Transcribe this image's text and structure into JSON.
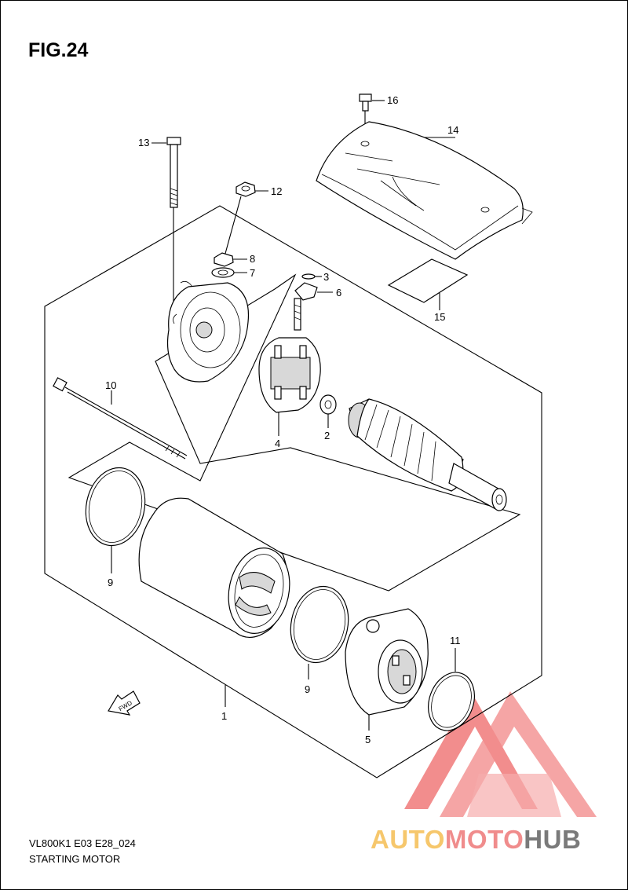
{
  "figure": {
    "title": "FIG.24",
    "model_code": "VL800K1 E03 E28_024",
    "caption": "STARTING MOTOR",
    "fwd_label": "FWD"
  },
  "callouts": [
    "1",
    "2",
    "3",
    "4",
    "5",
    "6",
    "7",
    "8",
    "9",
    "9",
    "10",
    "11",
    "12",
    "13",
    "14",
    "15",
    "16"
  ],
  "watermark": {
    "part1": "AUTO",
    "part2": "MOTO",
    "part3": "HUB",
    "color_logo": "#f07a7a",
    "color_auto": "#f6c76c",
    "color_hub": "#7a7a7a"
  }
}
